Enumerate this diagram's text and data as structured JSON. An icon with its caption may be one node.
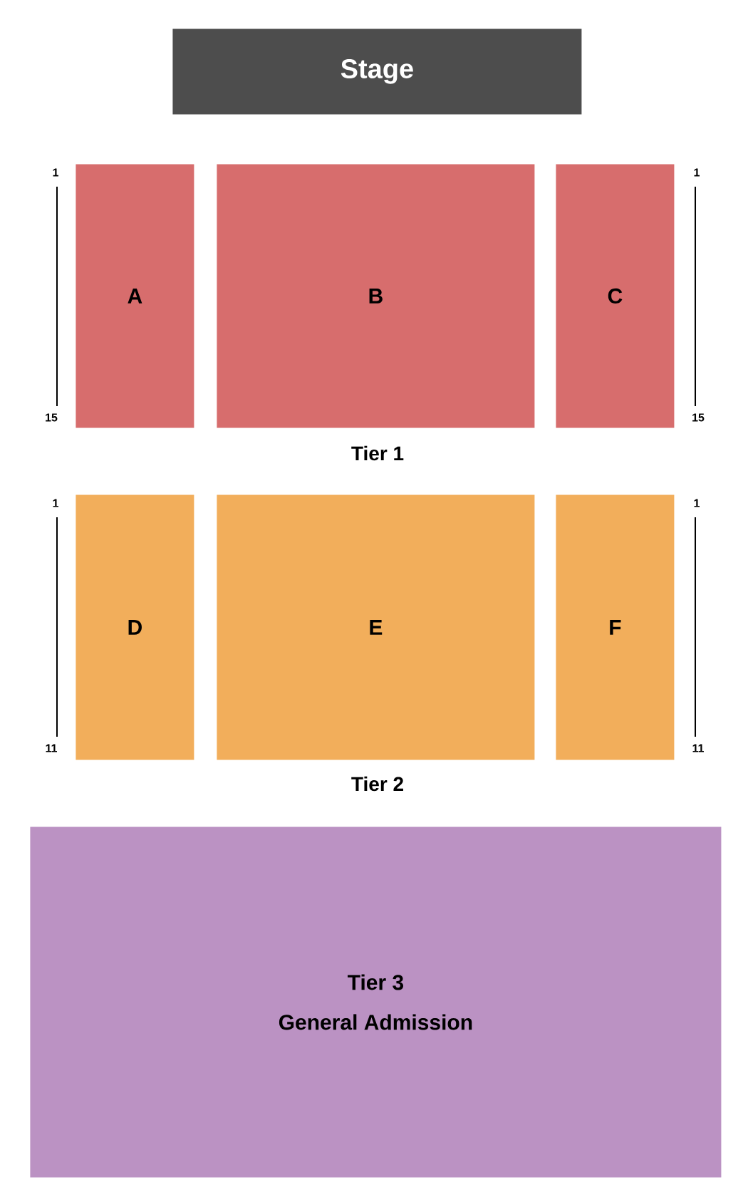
{
  "diagram": {
    "nodes": [
      {
        "text": [
          "Stage"
        ]
      },
      {
        "text": [
          "A"
        ]
      },
      {
        "text": [
          "B"
        ]
      },
      {
        "text": [
          "C"
        ]
      },
      {
        "text": [
          "D"
        ]
      },
      {
        "text": [
          "E"
        ]
      },
      {
        "text": [
          "F"
        ]
      },
      {
        "text": [
          "Tier 3",
          "General Admission"
        ]
      }
    ],
    "labels": [
      "1",
      "1",
      "15",
      "15",
      "Tier 1",
      "1",
      "1",
      "11",
      "11",
      "Tier 2"
    ]
  }
}
